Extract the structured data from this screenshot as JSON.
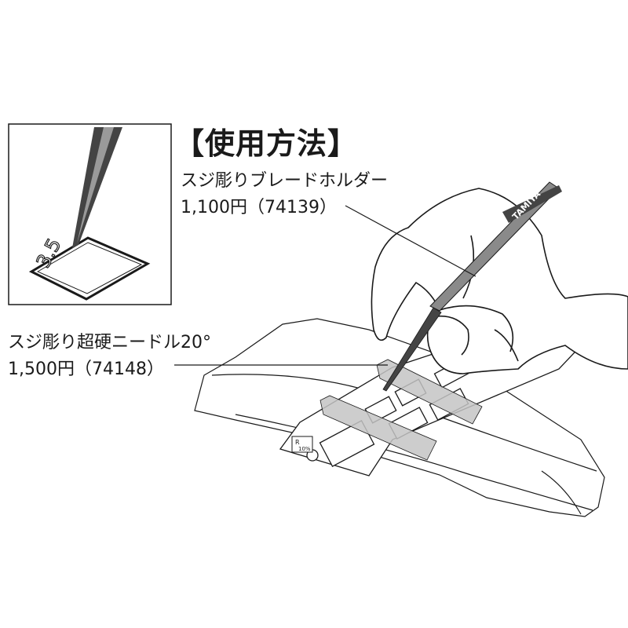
{
  "heading": "【使用方法】",
  "callouts": [
    {
      "name": "スジ彫りブレードホルダー",
      "price": "1,100円（74139）"
    },
    {
      "name": "スジ彫り超硬ニードル20°",
      "price": "1,500円（74148）"
    }
  ],
  "inset": {
    "label": "3.5"
  },
  "template": {
    "corner_label": "R",
    "corner_value": "10%"
  },
  "tool": {
    "brand": "TAMIYA"
  },
  "colors": {
    "line": "#1a1a1a",
    "tape": "#bdbdbd",
    "tool_dark": "#444444",
    "tool_grey": "#8a8a8a"
  }
}
